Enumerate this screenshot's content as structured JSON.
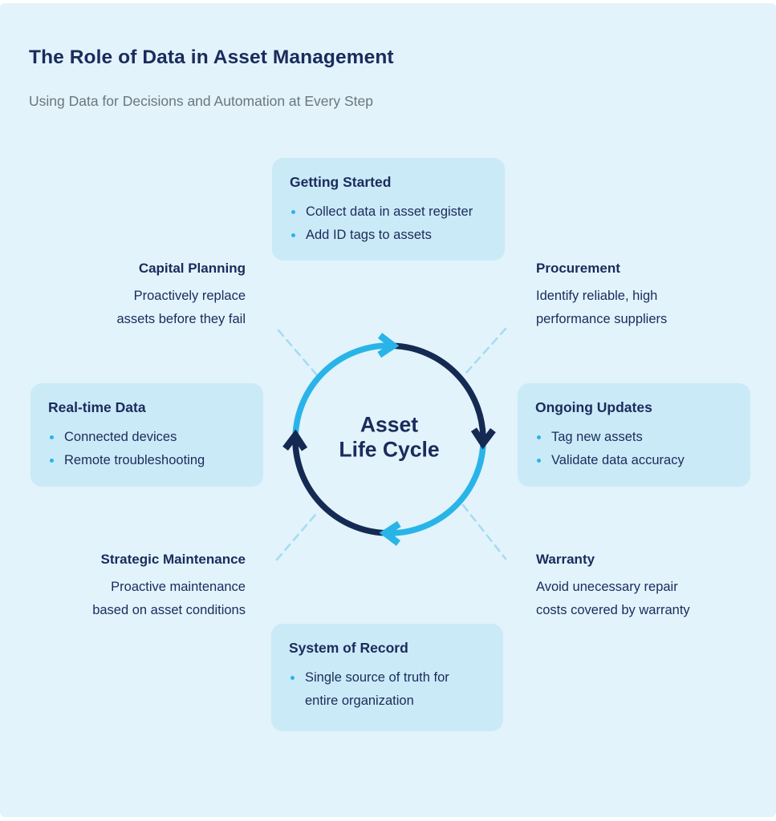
{
  "header": {
    "title": "The Role of Data in Asset Management",
    "subtitle": "Using Data for Decisions and Automation at Every Step"
  },
  "cycle": {
    "label_line1": "Asset",
    "label_line2": "Life Cycle"
  },
  "boxes": {
    "getting_started": {
      "title": "Getting Started",
      "bullets": [
        "Collect data in asset register",
        "Add ID tags to assets"
      ]
    },
    "real_time_data": {
      "title": "Real-time Data",
      "bullets": [
        "Connected devices",
        "Remote troubleshooting"
      ]
    },
    "ongoing_updates": {
      "title": "Ongoing Updates",
      "bullets": [
        "Tag new assets",
        "Validate data accuracy"
      ]
    },
    "system_of_record": {
      "title": "System of Record",
      "bullet_lines": [
        "Single source of truth for",
        "entire organization"
      ]
    }
  },
  "labels": {
    "capital_planning": {
      "title": "Capital Planning",
      "lines": [
        "Proactively replace",
        "assets before they fail"
      ]
    },
    "procurement": {
      "title": "Procurement",
      "lines": [
        "Identify reliable, high",
        "performance suppliers"
      ]
    },
    "strategic_maintenance": {
      "title": "Strategic Maintenance",
      "lines": [
        "Proactive maintenance",
        "based on asset conditions"
      ]
    },
    "warranty": {
      "title": "Warranty",
      "lines": [
        "Avoid unecessary repair",
        "costs covered by warranty"
      ]
    }
  },
  "colors": {
    "panel_background": "#e2f3fb",
    "card_background": "#cbeaf7",
    "navy_text": "#1a2b5c",
    "navy_arc": "#152a52",
    "cyan": "#29b4e8",
    "dashed_line": "#a6dbf2",
    "subtitle_gray": "#6d757b"
  }
}
